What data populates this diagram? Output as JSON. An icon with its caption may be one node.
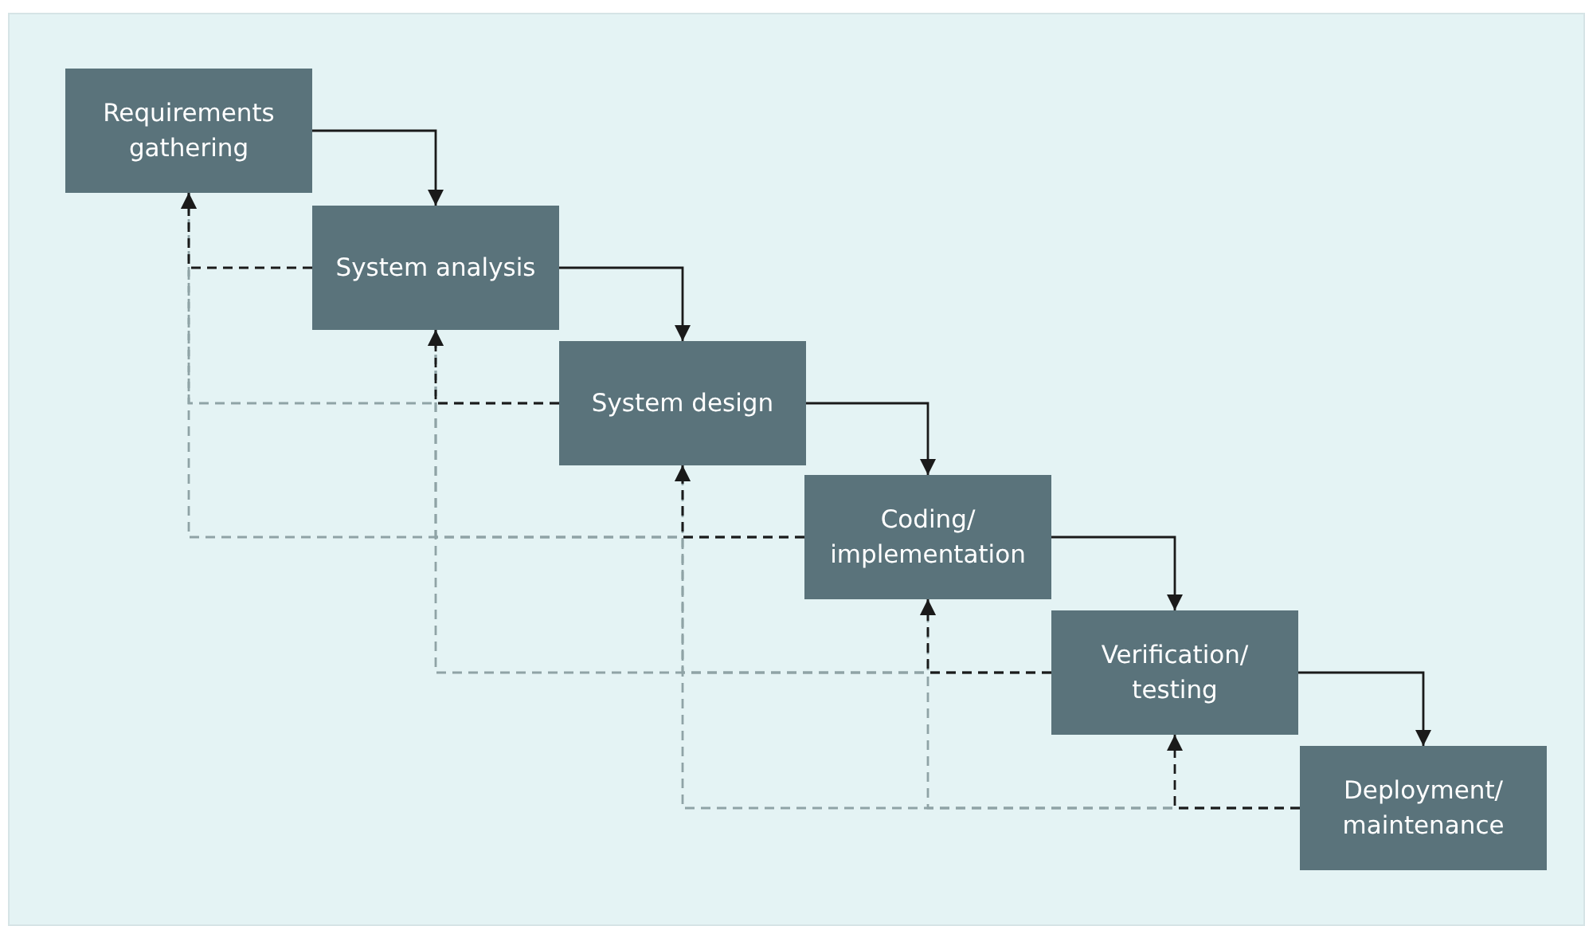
{
  "diagram": {
    "nodes": [
      {
        "text": [
          "Requirements gathering"
        ]
      },
      {
        "text": [
          "System analysis"
        ]
      },
      {
        "text": [
          "System design"
        ]
      },
      {
        "text": [
          "Coding/ implementation"
        ]
      },
      {
        "text": [
          "Verification/ testing"
        ]
      },
      {
        "text": [
          "Deployment/ maintenance"
        ]
      }
    ],
    "edges": [
      {
        "from": 0,
        "to": 1,
        "arrow": "to"
      },
      {
        "from": 1,
        "to": 2,
        "arrow": "to"
      },
      {
        "from": 2,
        "to": 3,
        "arrow": "to"
      },
      {
        "from": 3,
        "to": 4,
        "arrow": "to"
      },
      {
        "from": 4,
        "to": 5,
        "arrow": "to"
      },
      {
        "from": 3,
        "to": 0,
        "arrow": "to",
        "style": "dashed",
        "color": "#8fa3a6"
      },
      {
        "from": 2,
        "to": 0,
        "arrow": "to",
        "style": "dashed",
        "color": "#8fa3a6"
      },
      {
        "from": 4,
        "to": 1,
        "arrow": "to",
        "style": "dashed",
        "color": "#8fa3a6"
      },
      {
        "from": 3,
        "to": 1,
        "arrow": "to",
        "style": "dashed",
        "color": "#8fa3a6"
      },
      {
        "from": 5,
        "to": 2,
        "arrow": "to",
        "style": "dashed",
        "color": "#8fa3a6"
      },
      {
        "from": 4,
        "to": 2,
        "arrow": "to",
        "style": "dashed",
        "color": "#8fa3a6"
      },
      {
        "from": 5,
        "to": 3,
        "arrow": "to",
        "style": "dashed",
        "color": "#8fa3a6"
      },
      {
        "from": 1,
        "to": 0,
        "arrow": "to",
        "style": "dashed"
      },
      {
        "from": 2,
        "to": 1,
        "arrow": "to",
        "style": "dashed"
      },
      {
        "from": 3,
        "to": 2,
        "arrow": "to",
        "style": "dashed"
      },
      {
        "from": 4,
        "to": 3,
        "arrow": "to",
        "style": "dashed"
      },
      {
        "from": 5,
        "to": 4,
        "arrow": "to",
        "style": "dashed"
      }
    ]
  }
}
